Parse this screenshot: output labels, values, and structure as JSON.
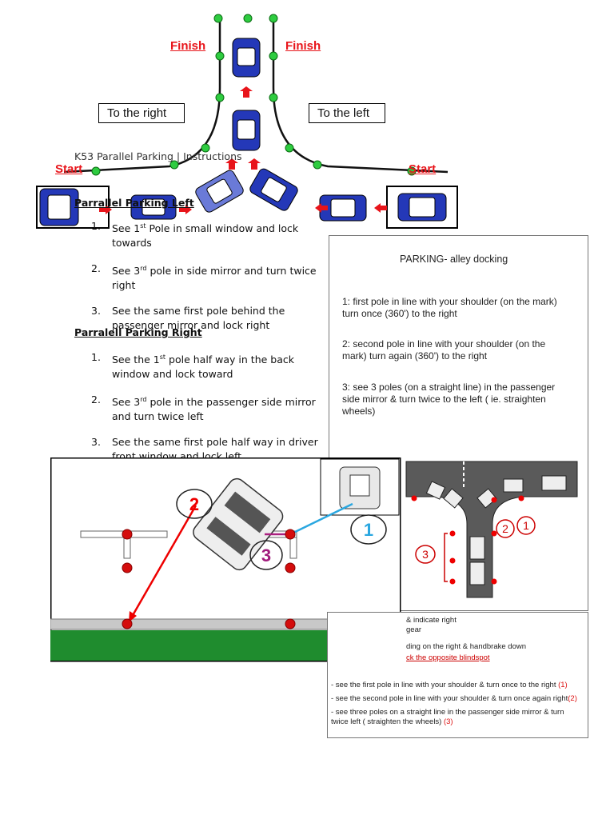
{
  "diagram_top": {
    "finish_left": "Finish",
    "finish_right": "Finish",
    "to_the_right": "To the right",
    "to_the_left": "To the left",
    "start_left": "Start",
    "start_right": "Start"
  },
  "doc": {
    "title": "K53 Parallel Parking | Instructions",
    "left_heading": "Parrallel Parking Left",
    "left_steps": [
      {
        "num": "1.",
        "text_a": "See 1",
        "sup": "st",
        "text_b": " Pole in small window and lock towards"
      },
      {
        "num": "2.",
        "text_a": "See 3",
        "sup": "rd",
        "text_b": " pole in side mirror and turn twice right"
      },
      {
        "num": "3.",
        "text_a": "See the same first pole behind the passenger mirror and lock right",
        "sup": "",
        "text_b": ""
      }
    ],
    "right_heading": "Parralell Parking Right",
    "right_steps": [
      {
        "num": "1.",
        "text_a": "See the 1",
        "sup": "st",
        "text_b": " pole half way in the back window and lock toward"
      },
      {
        "num": "2.",
        "text_a": "See 3",
        "sup": "rd",
        "text_b": " pole in the passenger side mirror and turn twice left"
      },
      {
        "num": "3.",
        "text_a": "See the same first pole half way in driver front window and lock left",
        "sup": "",
        "text_b": ""
      }
    ]
  },
  "alley_panel": {
    "title": "PARKING- alley docking",
    "step1": "1: first pole in line with your shoulder (on the mark) turn once (360') to the right",
    "step2": "2: second pole in line with your shoulder (on the mark) turn again (360') to the right",
    "step3": "3: see 3 poles (on a straight line) in the passenger side mirror & turn twice to the left ( ie. straighten wheels)",
    "markers": [
      "1",
      "2",
      "3"
    ]
  },
  "parallel_diagram": {
    "markers": [
      "1",
      "2",
      "3"
    ]
  },
  "lower_panel": {
    "line1": "& indicate right",
    "line2": "gear",
    "line3": "ding on the right & handbrake down",
    "line4": "ck the opposite blindspot",
    "bullets": [
      {
        "text": "- see the first pole in line with your shoulder & turn once to the right ",
        "ref": "(1)"
      },
      {
        "text": "- see the second pole in line with your shoulder & turn once again right",
        "ref": "(2)"
      },
      {
        "text": "- see three poles on a straight line in the passenger side mirror & turn twice left ( straighten the wheels) ",
        "ref": "(3)"
      }
    ]
  }
}
